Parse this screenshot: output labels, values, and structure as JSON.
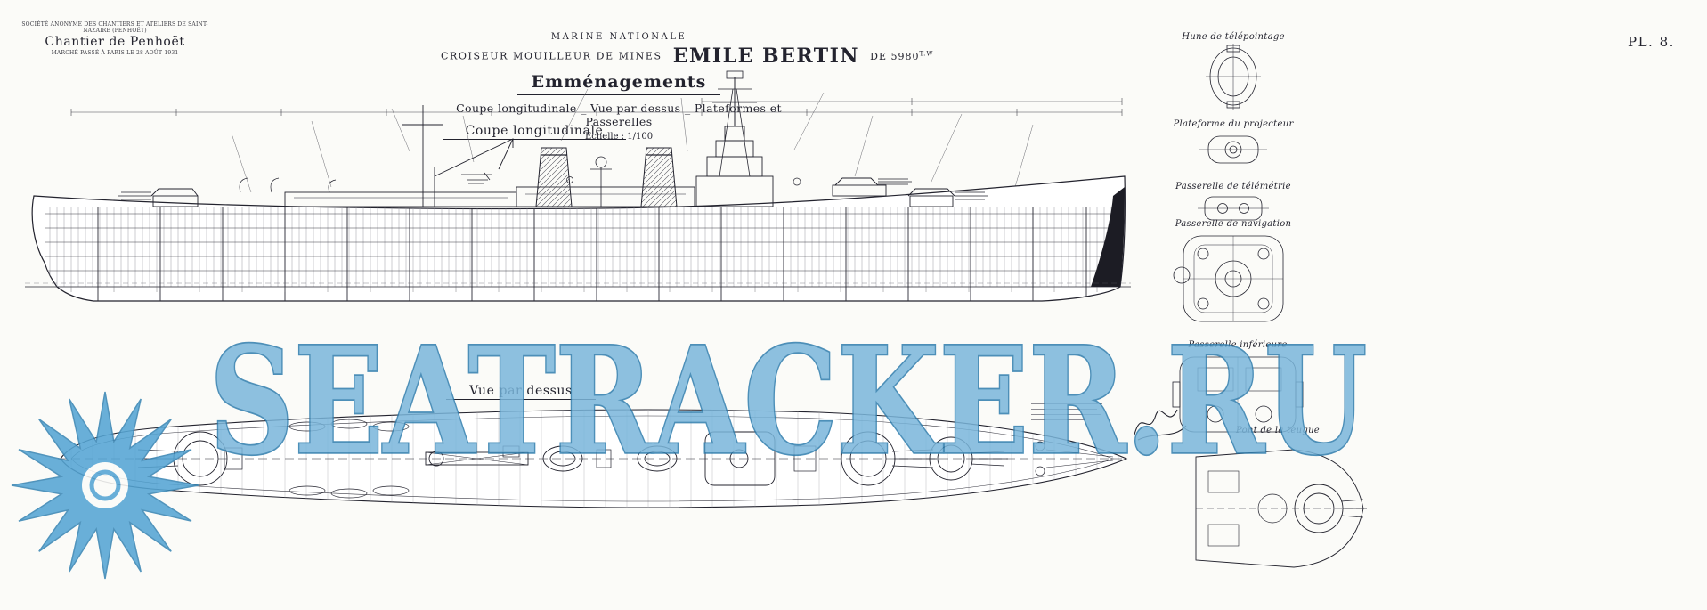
{
  "plate": {
    "number": "PL. 8."
  },
  "builder": {
    "line1": "SOCIÉTÉ ANONYME DES CHANTIERS ET ATELIERS DE SAINT-NAZAIRE (PENHOËT)",
    "name": "Chantier de Penhoët",
    "line3": "MARCHÉ PASSÉ À PARIS LE 28 AOÛT 1931"
  },
  "title": {
    "service": "MARINE NATIONALE",
    "type": "CROISEUR MOUILLEUR DE MINES",
    "name": "EMILE BERTIN",
    "tonnage": "DE 5980",
    "tonnage_unit": "T.W",
    "subtitle": "Emménagements",
    "views": "Coupe longitudinale _ Vue par dessus _ Plateformes et Passerelles",
    "scale": "Échelle : 1/100"
  },
  "sections": {
    "side": "Coupe longitudinale",
    "top": "Vue par dessus"
  },
  "details": {
    "items": [
      "Hune de télépointage",
      "Plateforme du projecteur",
      "Passerelle de télémétrie",
      "Passerelle de navigation",
      "Passerelle inférieure",
      "Pont de la teugue"
    ]
  },
  "watermark": {
    "text": "SEATRACKER.RU",
    "fill": "#7ab6db",
    "outline": "#2f7dad",
    "star_color": "#55a5d4"
  }
}
